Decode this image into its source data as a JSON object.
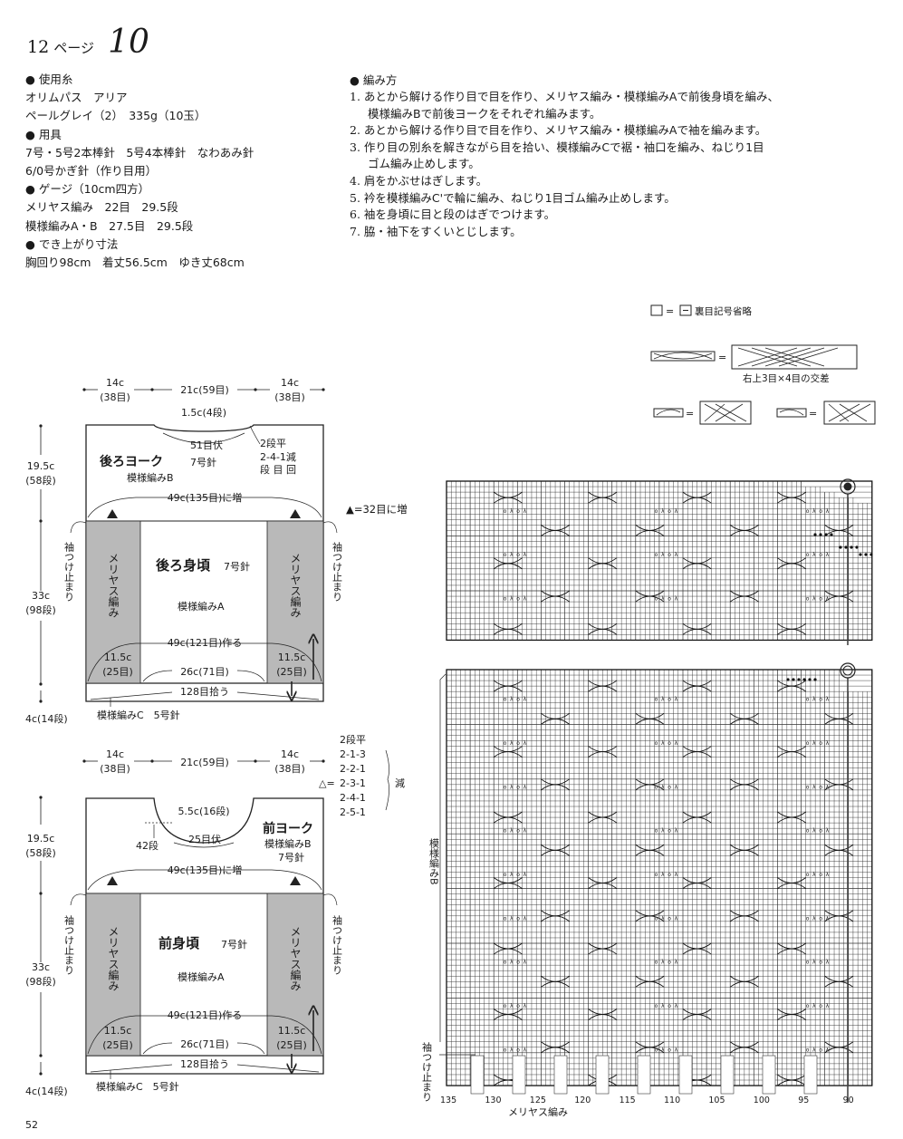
{
  "header": {
    "page_num": "12",
    "page_word": "ページ",
    "pattern_no": "10"
  },
  "materials": [
    {
      "title": "使用糸",
      "lines": [
        "オリムパス　アリア",
        "ペールグレイ（2）　335g（10玉）"
      ]
    },
    {
      "title": "用具",
      "lines": [
        "7号・5号2本棒針　5号4本棒針　なわあみ針",
        "6/0号かぎ針（作り目用）"
      ]
    },
    {
      "title": "ゲージ（10cm四方）",
      "lines": [
        "メリヤス編み　22目　29.5段",
        "模様編みA・B　27.5目　29.5段"
      ]
    },
    {
      "title": "でき上がり寸法",
      "lines": [
        "胸回り98cm　着丈56.5cm　ゆき丈68cm"
      ]
    }
  ],
  "instructions": {
    "title": "編み方",
    "steps": [
      {
        "n": "1.",
        "lines": [
          "あとから解ける作り目で目を作り、メリヤス編み・模様編みAで前後身頃を編み、",
          "模様編みBで前後ヨークをそれぞれ編みます。"
        ]
      },
      {
        "n": "2.",
        "lines": [
          "あとから解ける作り目で目を作り、メリヤス編み・模様編みAで袖を編みます。"
        ]
      },
      {
        "n": "3.",
        "lines": [
          "作り目の別糸を解きながら目を拾い、模様編みCで裾・袖口を編み、ねじり1目",
          "ゴム編み止めします。"
        ]
      },
      {
        "n": "4.",
        "lines": [
          "肩をかぶせはぎします。"
        ]
      },
      {
        "n": "5.",
        "lines": [
          "衿を模様編みC'で輪に編み、ねじり1目ゴム編み止めします。"
        ]
      },
      {
        "n": "6.",
        "lines": [
          "袖を身頃に目と段のはぎでつけます。"
        ]
      },
      {
        "n": "7.",
        "lines": [
          "脇・袖下をすくいとじします。"
        ]
      }
    ]
  },
  "legend": {
    "purl_omit": "裏目記号省略",
    "cross_label": "右上3目×4目の交差",
    "triangle_note": "▲=32目に増"
  },
  "back": {
    "top_w_left": "14c",
    "top_w_left_sts": "(38目)",
    "top_w_mid": "21c(59目)",
    "top_w_right": "14c",
    "top_w_right_sts": "(38目)",
    "neck_depth": "1.5c(4段)",
    "neck_bind": "51目伏",
    "shoulder_shaping": "2段平",
    "shoulder_row1": "2-4-1減",
    "shoulder_row2": "段 目 回",
    "yoke_title": "後ろヨーク",
    "yoke_needle": "7号針",
    "yoke_pattern": "模様編みB",
    "inc_line": "49c(135目)に増",
    "body_title": "後ろ身頃",
    "body_needle": "7号針",
    "body_pattern": "模様編みA",
    "side_label": "メリヤス編み",
    "cast_on": "49c(121目)作る",
    "side_w_left": "11.5c",
    "side_w_left_sts": "(25目)",
    "side_w_right": "11.5c",
    "side_w_right_sts": "(25目)",
    "bottom_mid": "26c(71目)",
    "pickup": "128目拾う",
    "ribbing": "模様編みC　5号針",
    "h_yoke": "19.5c",
    "h_yoke_rows": "(58段)",
    "h_body": "33c",
    "h_body_rows": "(98段)",
    "h_rib": "4c(14段)",
    "sleeve_mark": "袖つけ止まり"
  },
  "front": {
    "top_w_left": "14c",
    "top_w_left_sts": "(38目)",
    "top_w_mid": "21c(59目)",
    "top_w_right": "14c",
    "top_w_right_sts": "(38目)",
    "neck_shaping": [
      "2段平",
      "2-1-3",
      "2-2-1",
      "2-3-1",
      "2-4-1",
      "2-5-1"
    ],
    "tri_eq": "△=",
    "dec_label": "減",
    "neck_depth": "5.5c(16段)",
    "neck_bind": "25目伏",
    "neck_rows": "42段",
    "yoke_title": "前ヨーク",
    "yoke_pattern": "模様編みB",
    "yoke_needle": "7号針",
    "inc_line": "49c(135目)に増",
    "body_title": "前身頃",
    "body_needle": "7号針",
    "body_pattern": "模様編みA",
    "side_label": "メリヤス編み",
    "cast_on": "49c(121目)作る",
    "side_w_left": "11.5c",
    "side_w_left_sts": "(25目)",
    "side_w_right": "11.5c",
    "side_w_right_sts": "(25目)",
    "bottom_mid": "26c(71目)",
    "pickup": "128目拾う",
    "ribbing": "模様編みC　5号針",
    "h_yoke": "19.5c",
    "h_yoke_rows": "(58段)",
    "h_body": "33c",
    "h_body_rows": "(98段)",
    "h_rib": "4c(14段)",
    "sleeve_mark": "袖つけ止まり"
  },
  "chart": {
    "side_label_b": "模様編みB",
    "side_label_sleeve": "袖つけ止まり",
    "bottom_label": "メリヤス編み",
    "col_numbers": [
      "135",
      "130",
      "125",
      "120",
      "115",
      "110",
      "105",
      "100",
      "95",
      "90"
    ]
  },
  "footer": {
    "page": "52"
  }
}
